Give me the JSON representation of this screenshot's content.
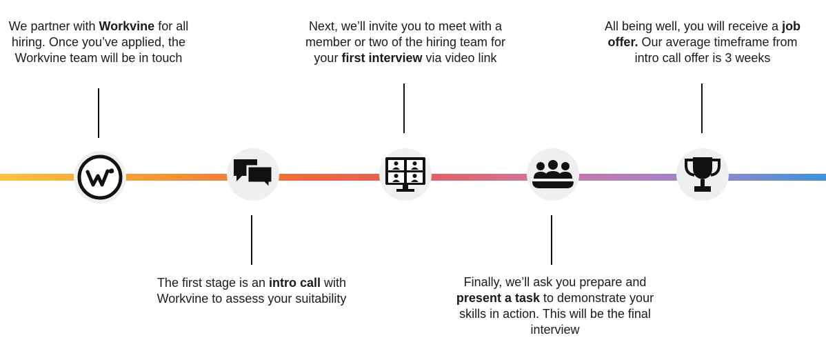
{
  "steps": [
    {
      "id": "workvine",
      "icon": "workvine-logo-icon",
      "caption": {
        "pre": "We partner with ",
        "bold": "Workvine",
        "post": " for all hiring. Once you’ve applied, the Workvine team will be in touch"
      }
    },
    {
      "id": "intro-call",
      "icon": "chat-bubbles-icon",
      "caption": {
        "pre": "The first stage is an ",
        "bold": "intro call",
        "post": " with Workvine to assess your suitability"
      }
    },
    {
      "id": "first-interview",
      "icon": "video-call-icon",
      "caption": {
        "pre": "Next, we’ll invite you to meet with a member or two of the hiring team for your ",
        "bold": "first interview",
        "post": " via video link"
      }
    },
    {
      "id": "present-task",
      "icon": "group-audience-icon",
      "caption": {
        "pre": "Finally, we’ll ask you prepare and ",
        "bold": "present a task",
        "post": " to demonstrate your skills in action. This will be the final interview"
      }
    },
    {
      "id": "job-offer",
      "icon": "trophy-icon",
      "caption": {
        "pre": "All being well, you will receive a ",
        "bold": "job offer.",
        "post": " Our average timeframe from intro call offer is 3 weeks"
      }
    }
  ],
  "colors": {
    "gradient": [
      "#fbc343",
      "#f29a3a",
      "#ec6d3a",
      "#e0605e",
      "#cf7595",
      "#b07fc0",
      "#8a8ac9",
      "#3f92d6"
    ],
    "node_bg": "#efefef",
    "icon": "#111111"
  }
}
